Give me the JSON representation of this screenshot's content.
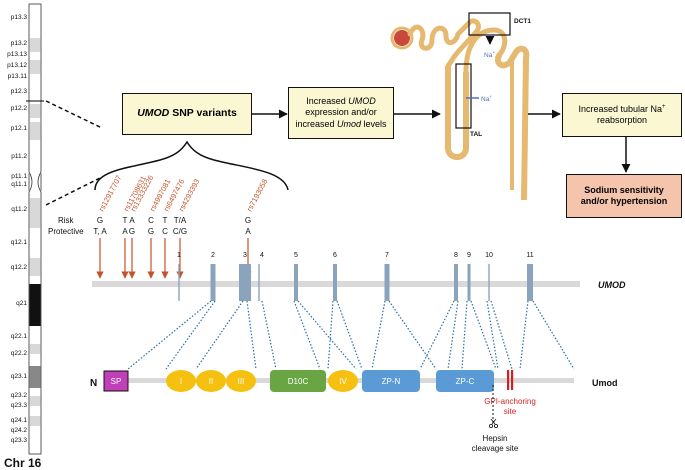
{
  "chromosome": {
    "label": "Chr 16",
    "bands": [
      "p13.3",
      "p13.2",
      "p13.13",
      "p13.12",
      "p13.11",
      "p12.3",
      "p12.2",
      "p12.1",
      "p11.2",
      "p11.1",
      "q11.1",
      "q11.2",
      "q12.1",
      "q12.2",
      "q21",
      "q22.1",
      "q22.2",
      "q23.1",
      "q23.2",
      "q23.3",
      "q24.1",
      "q24.2",
      "q23.3"
    ]
  },
  "flow": {
    "snp_variants_italic": "UMOD",
    "snp_variants_rest": " SNP variants",
    "expr_line1_a": "Increased ",
    "expr_line1_b": "UMOD",
    "expr_line2": "expression and/or",
    "expr_line3_a": "increased ",
    "expr_line3_b": "Umod",
    "expr_line3_c": " levels",
    "reab_line1": "Increased tubular Na",
    "reab_sup": "+",
    "reab_line2": "reabsorption",
    "outcome_line1": "Sodium sensitivity",
    "outcome_line2": "and/or hypertension"
  },
  "nephron": {
    "dct_label": "DCT1",
    "tal_label": "TAL",
    "na_label": "Na",
    "na_sup": "+"
  },
  "snps": {
    "ids": [
      "rs12917707",
      "rs11708631",
      "rs13333226",
      "rs4997081",
      "rs6497476",
      "rs4293393",
      "rs7193058"
    ],
    "risk_label": "Risk",
    "protective_label": "Protective",
    "risk_alleles": [
      "G",
      "T",
      "A",
      "C",
      "T",
      "T/A",
      "G"
    ],
    "protective_alleles": [
      "T, A",
      "A",
      "G",
      "G",
      "C",
      "C/G",
      "A"
    ]
  },
  "gene": {
    "name": "UMOD",
    "exons": [
      "1",
      "2",
      "3",
      "4",
      "5",
      "6",
      "7",
      "8",
      "9",
      "10",
      "11"
    ]
  },
  "protein": {
    "n_label": "N",
    "name": "Umod",
    "domains": [
      "SP",
      "I",
      "II",
      "III",
      "D10C",
      "IV",
      "ZP-N",
      "ZP-C"
    ],
    "gpi_line1": "GPI-anchoring",
    "gpi_line2": "site",
    "hepsin_line1": "Hepsin",
    "hepsin_line2": "cleavage site"
  },
  "colors": {
    "snp_orange": "#c0542b",
    "box_yellow": "#fbf7d2",
    "box_salmon": "#f4c4ad",
    "sp_magenta": "#c13fb8",
    "egf_yellow": "#f6c010",
    "d10c_green": "#69a542",
    "zp_blue": "#5b9bd5",
    "exon_blue": "#8aa4bd",
    "gpi_red": "#d61f1f",
    "nephron_tan": "#e5b96f"
  }
}
